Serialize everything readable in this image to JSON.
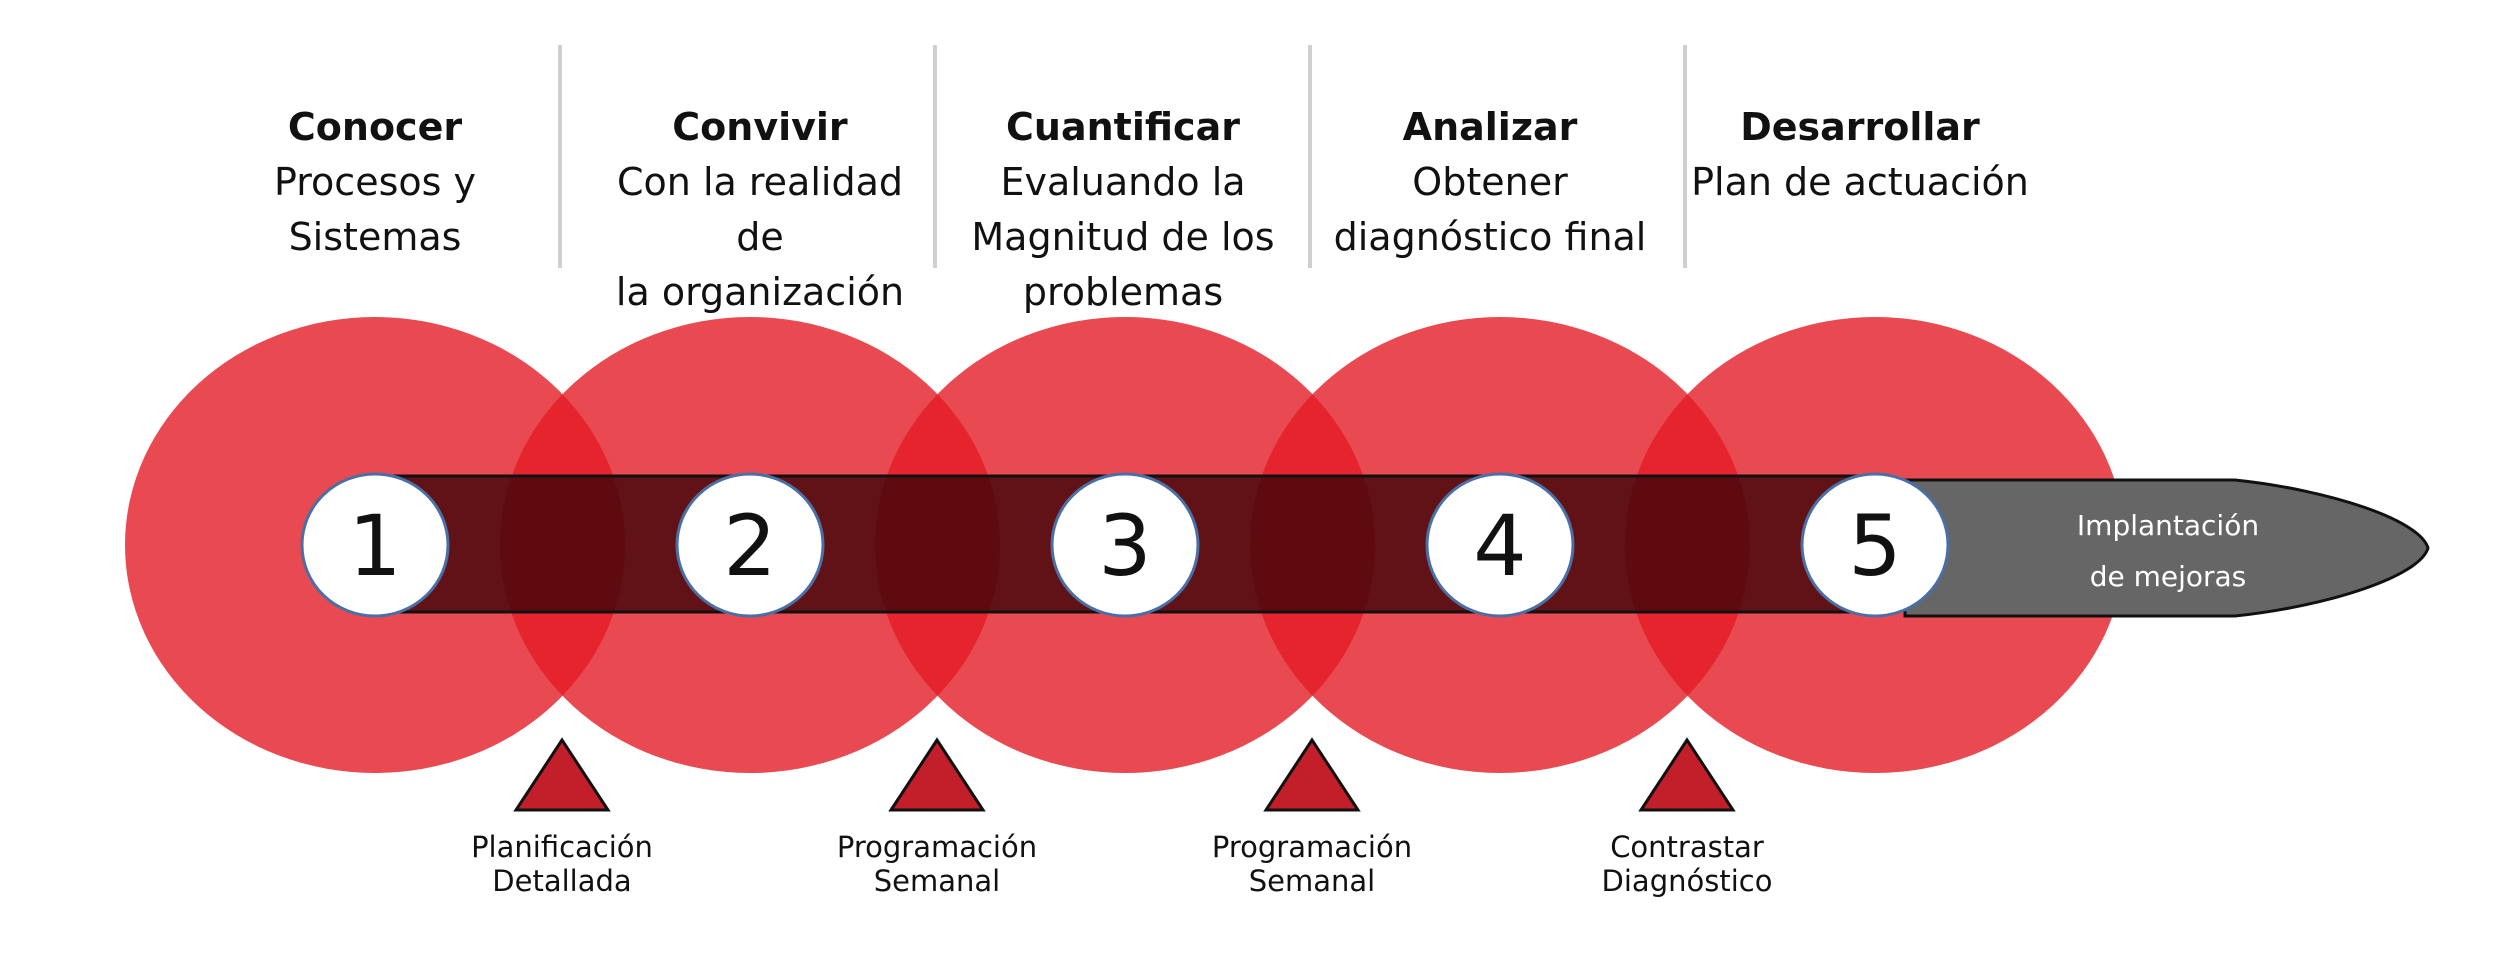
{
  "phases": [
    {
      "number": "1",
      "title": "Conocer",
      "description": "Procesos y\nSistemas"
    },
    {
      "number": "2",
      "title": "Convivir",
      "description": "Con la realidad de\nla organización"
    },
    {
      "number": "3",
      "title": "Cuantificar",
      "description": "Evaluando la\nMagnitud de los\nproblemas"
    },
    {
      "number": "4",
      "title": "Analizar",
      "description": "Obtener\ndiagnóstico final"
    },
    {
      "number": "5",
      "title": "Desarrollar",
      "description": "Plan de actuación"
    }
  ],
  "milestones": [
    {
      "label": "Planificación\nDetallada"
    },
    {
      "label": "Programación\nSemanal"
    },
    {
      "label": "Programación\nSemanal"
    },
    {
      "label": "Contrastar\nDiagnóstico"
    }
  ],
  "arrow": {
    "label_line1": "Implantación",
    "label_line2": "de mejoras"
  },
  "colors": {
    "circle": "#e84652",
    "overlap": "#e31b25",
    "band": "#4a0d10",
    "arrow": "#666666",
    "triangle": "#c21f2b",
    "divider": "#cfcfcf"
  }
}
